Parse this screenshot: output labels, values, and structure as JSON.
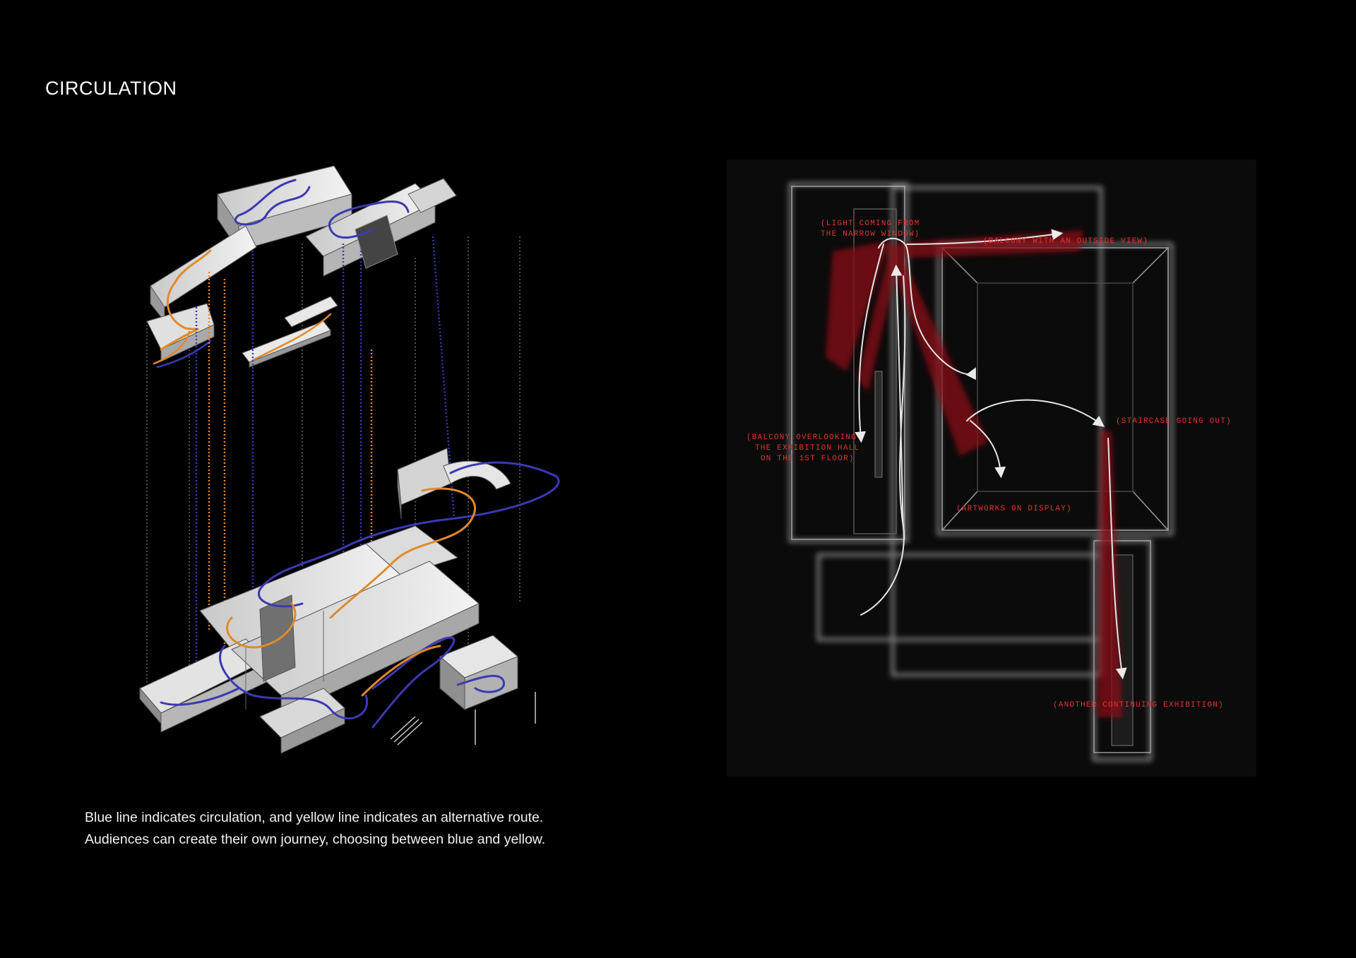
{
  "page": {
    "title": "CIRCULATION"
  },
  "caption": {
    "line1": "Blue line indicates circulation, and yellow line indicates an alternative route.",
    "line2": "Audiences can create their own journey, choosing between blue and yellow."
  },
  "annotations": {
    "light": [
      "(LIGHT COMING FROM",
      "THE NARROW WINDOW)"
    ],
    "balcony_view": "(BALCONY WITH AN OUTSIDE VIEW)",
    "balcony_over": [
      "(BALCONY OVERLOOKING",
      "THE EXHIBITION HALL",
      "ON THE 1ST FLOOR)"
    ],
    "staircase_out": "(STAIRCASE GOING OUT)",
    "artworks": "(ARTWORKS ON DISPLAY)",
    "another": "(ANOTHER CONTINUING EXHIBITION)"
  },
  "colors": {
    "blue_route": "#3b3ab0",
    "yellow_route": "#e08a2a",
    "annotation_red": "#e2332f",
    "light_ray": "#8a0d12"
  }
}
